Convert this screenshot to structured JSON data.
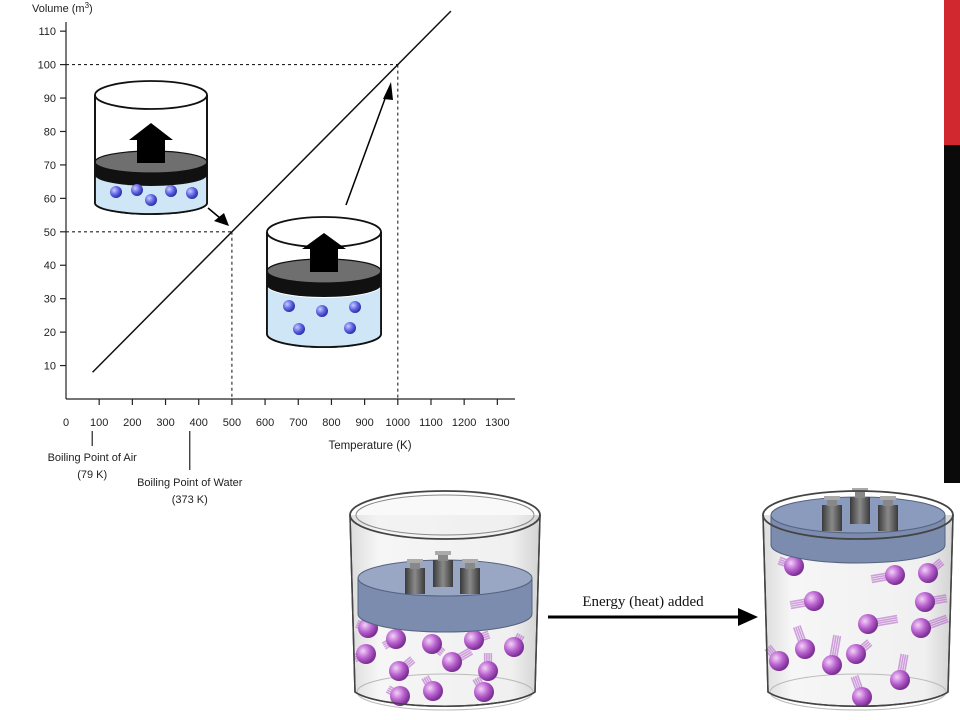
{
  "chart_data": {
    "type": "line",
    "ylabel": "Volume (m",
    "ylabel_sup": "3",
    "ylabel_close": ")",
    "xlabel": "Temperature (K)",
    "xlim": [
      0,
      1300
    ],
    "ylim": [
      0,
      115
    ],
    "xticks": [
      0,
      100,
      200,
      300,
      400,
      500,
      600,
      700,
      800,
      900,
      1000,
      1100,
      1200,
      1300
    ],
    "yticks": [
      10,
      20,
      30,
      40,
      50,
      60,
      70,
      80,
      90,
      100,
      110
    ],
    "grid": false,
    "series": [
      {
        "x": [
          80,
          1160
        ],
        "y": [
          8,
          116
        ]
      }
    ],
    "reference_points": [
      {
        "x": 500,
        "y": 50
      },
      {
        "x": 1000,
        "y": 100
      }
    ],
    "annotations": [
      {
        "line1": "Boiling Point of Air",
        "line2": "(79 K)",
        "x": 79
      },
      {
        "line1": "Boiling Point of Water",
        "line2": "(373 K)",
        "x": 373
      }
    ]
  },
  "diagram": {
    "energy_label": "Energy (heat) added"
  },
  "colors": {
    "accent_red": "#d0282e",
    "accent_black": "#0a0a0a",
    "gas_molecule": "#b05ac8",
    "liquid_particle": "#4e55d6",
    "liquid_fill": "#cfe6f7",
    "piston": "#6f6f6f",
    "lid": "#8a9bbd"
  }
}
